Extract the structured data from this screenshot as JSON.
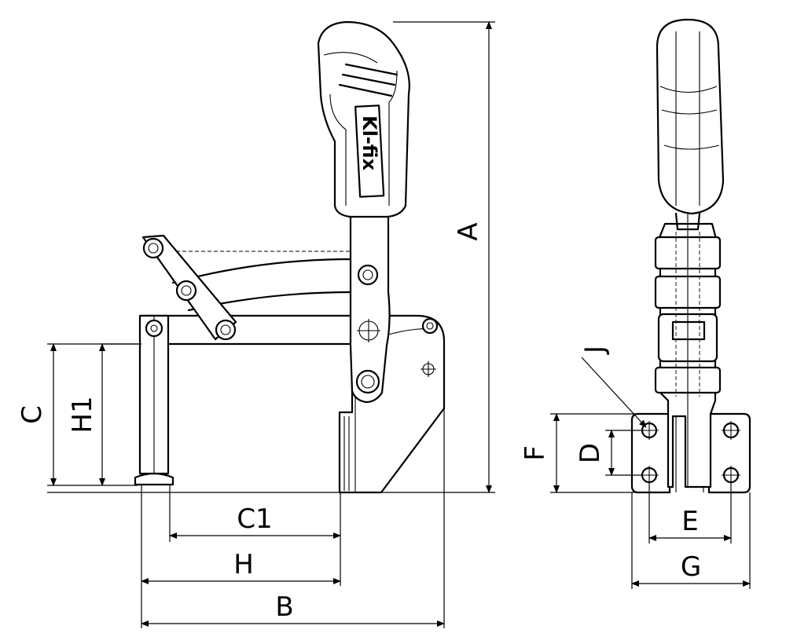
{
  "figure": {
    "brand_logo": "Kl-fix",
    "dimension_labels": {
      "A": "A",
      "B": "B",
      "C": "C",
      "C1": "C1",
      "D": "D",
      "E": "E",
      "F": "F",
      "G": "G",
      "H": "H",
      "H1": "H1",
      "J": "J"
    }
  }
}
